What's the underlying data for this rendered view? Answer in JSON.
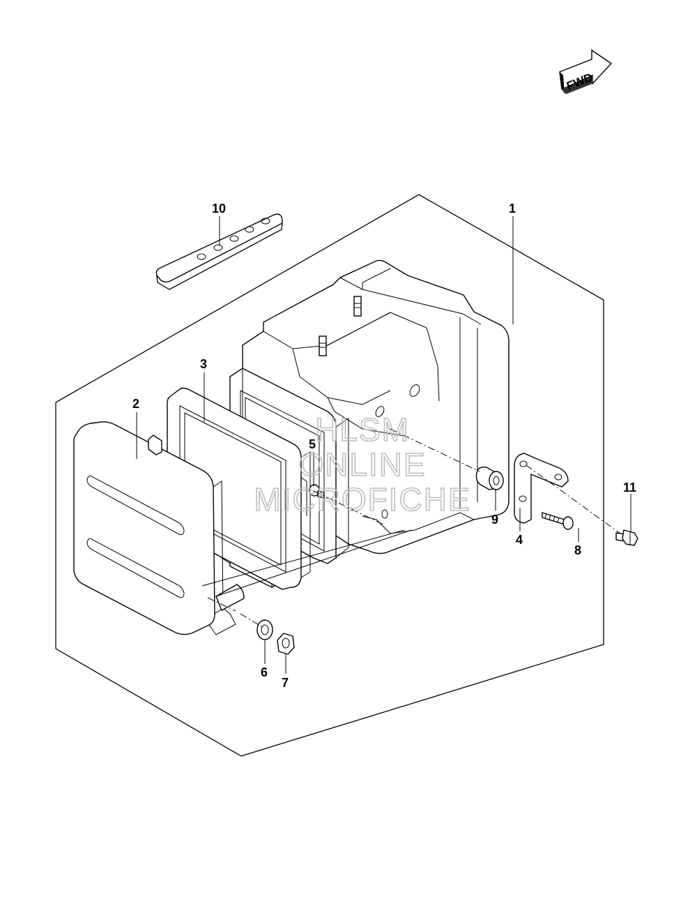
{
  "fwd_label": "FWD",
  "watermark": [
    "HLSM",
    "ONLINE",
    "MICROFICHE"
  ],
  "callouts": [
    {
      "id": "1",
      "part": "lamp-assembly"
    },
    {
      "id": "2",
      "part": "lens"
    },
    {
      "id": "3",
      "part": "gasket"
    },
    {
      "id": "4",
      "part": "bracket"
    },
    {
      "id": "5",
      "part": "screw"
    },
    {
      "id": "6",
      "part": "washer"
    },
    {
      "id": "7",
      "part": "nut"
    },
    {
      "id": "8",
      "part": "bolt"
    },
    {
      "id": "9",
      "part": "grommet"
    },
    {
      "id": "10",
      "part": "plate"
    },
    {
      "id": "11",
      "part": "bolt"
    }
  ]
}
